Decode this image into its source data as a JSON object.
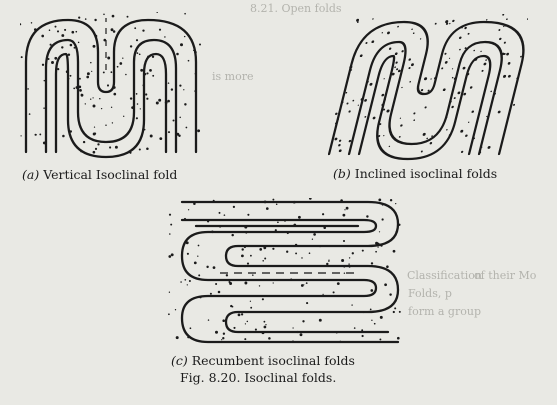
{
  "diagrams": {
    "a": {
      "letter": "(a)",
      "caption": "Vertical Isoclinal fold"
    },
    "b": {
      "letter": "(b)",
      "caption": "Inclined isoclinal folds"
    },
    "c": {
      "letter": "(c)",
      "caption": "Recumbent isoclinal folds"
    }
  },
  "figure_title": "Fig. 8.20. Isoclinal folds.",
  "bleed_through": {
    "top": "8.21. Open folds",
    "mid": "is more",
    "classification": "Classification",
    "basis": "of their Mo",
    "line2": "Folds, p",
    "line3": "form a group"
  },
  "colors": {
    "paper": "#e9e9e4",
    "ink": "#1b1b1b",
    "bleed": "#b3b3ad"
  }
}
